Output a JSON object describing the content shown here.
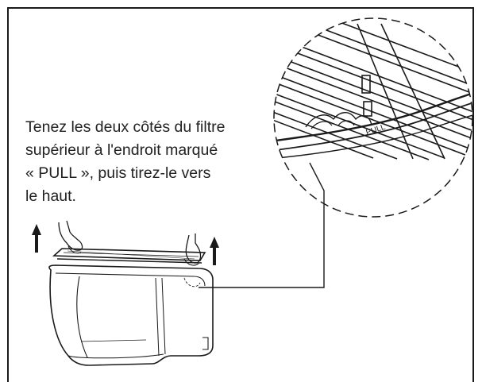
{
  "instruction": {
    "lines": [
      "Tenez les deux côtés du filtre",
      "supérieur à l'endroit marqué",
      "« PULL », puis tirez-le vers",
      "le haut."
    ]
  },
  "detail_view": {
    "label": "PULL"
  },
  "colors": {
    "line": "#1a1a1a",
    "background": "#ffffff"
  }
}
